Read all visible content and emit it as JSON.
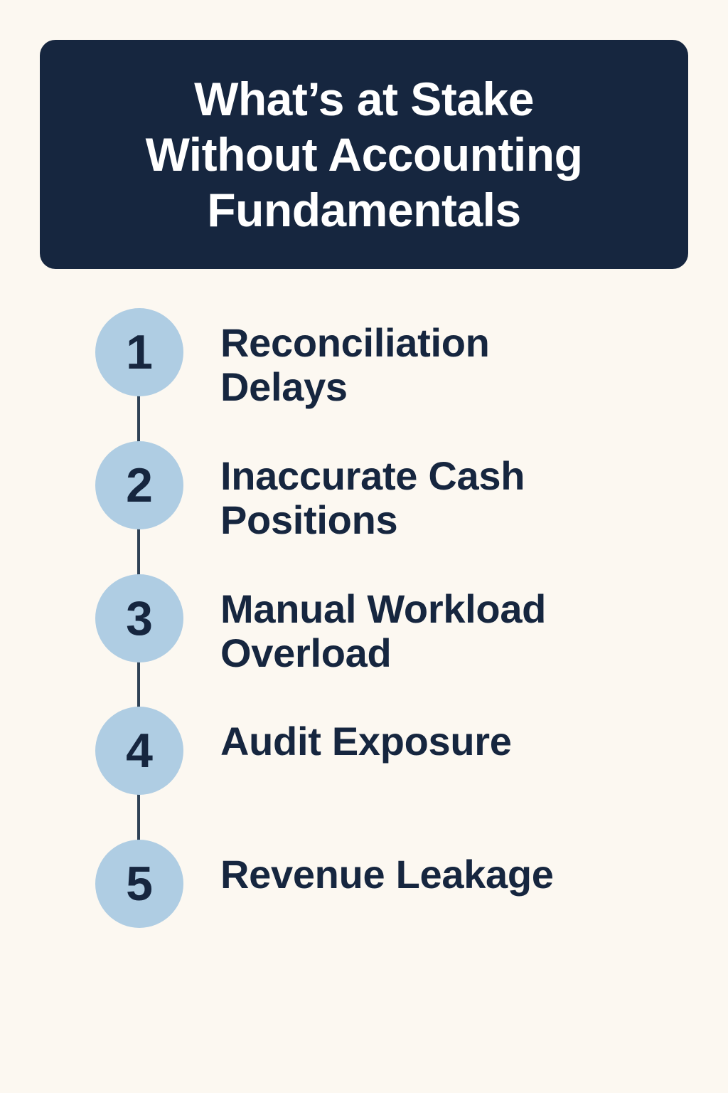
{
  "header": {
    "title_lines": [
      "What’s at Stake",
      "Without Accounting",
      "Fundamentals"
    ]
  },
  "steps": [
    {
      "number": "1",
      "label_lines": [
        "Reconciliation",
        "Delays"
      ]
    },
    {
      "number": "2",
      "label_lines": [
        "Inaccurate Cash",
        "Positions"
      ]
    },
    {
      "number": "3",
      "label_lines": [
        "Manual Workload",
        "Overload"
      ]
    },
    {
      "number": "4",
      "label_lines": [
        "Audit Exposure"
      ]
    },
    {
      "number": "5",
      "label_lines": [
        "Revenue Leakage"
      ]
    }
  ],
  "colors": {
    "background": "#fcf8f1",
    "header_bg": "#16263f",
    "badge_fill": "#afcde3",
    "text_dark": "#16263f",
    "connector": "#2f4256"
  }
}
